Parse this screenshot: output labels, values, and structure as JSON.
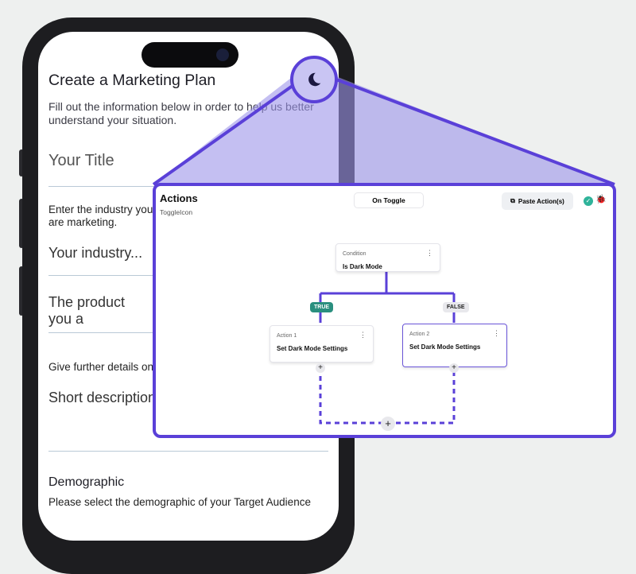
{
  "form": {
    "title": "Create a Marketing Plan",
    "subtitle": "Fill out the information below in order to help us better understand your situation.",
    "title_placeholder": "Your Title",
    "industry_label": "Enter the industry you are marketing.",
    "industry_placeholder": "Your industry...",
    "product_placeholder": "The product you a",
    "details_label": "Give further details on",
    "description_placeholder": "Short description",
    "demographic_heading": "Demographic",
    "demographic_label": "Please select the demographic of your Target Audience"
  },
  "actions": {
    "title": "Actions",
    "subtitle": "ToggleIcon",
    "trigger": "On Toggle",
    "paste": "Paste Action(s)",
    "condition": {
      "kind": "Condition",
      "value": "Is Dark Mode"
    },
    "true_label": "TRUE",
    "false_label": "FALSE",
    "action1": {
      "kind": "Action 1",
      "value": "Set Dark Mode Settings"
    },
    "action2": {
      "kind": "Action 2",
      "value": "Set Dark Mode Settings"
    },
    "plus": "+"
  },
  "colors": {
    "accent": "#5a40d8",
    "true": "#2a8f7f"
  }
}
